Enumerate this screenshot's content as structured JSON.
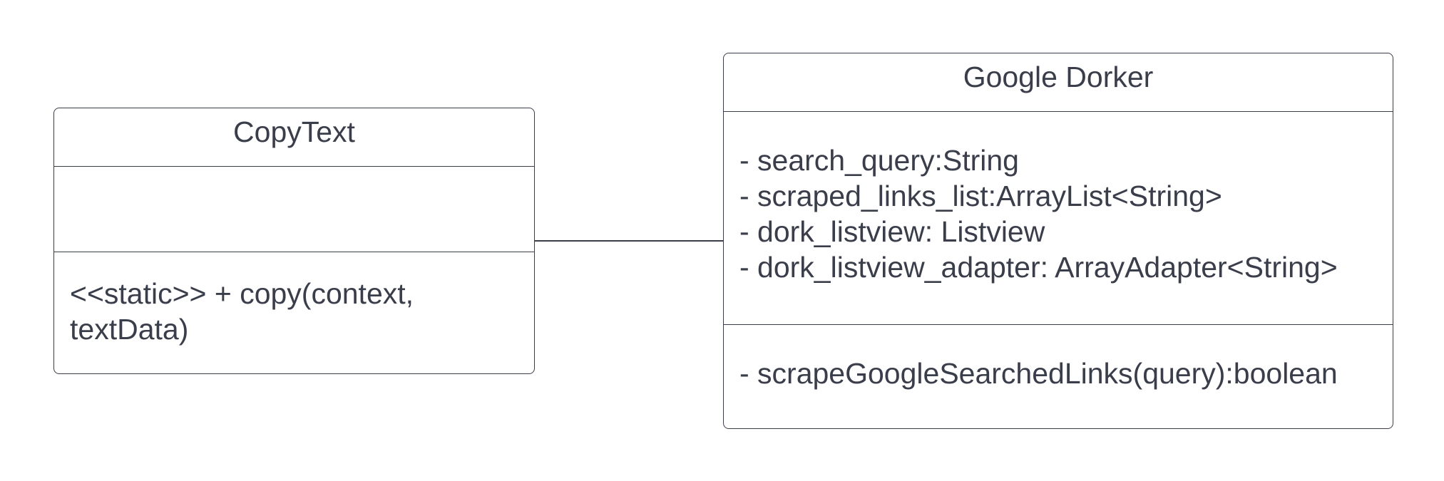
{
  "classes": {
    "copytext": {
      "name": "CopyText",
      "attributes": [],
      "operations": [
        "<<static>> + copy(context, textData)"
      ]
    },
    "dorker": {
      "name": "Google Dorker",
      "attributes": [
        "- search_query:String",
        "- scraped_links_list:ArrayList<String>",
        "- dork_listview: Listview",
        "- dork_listview_adapter: ArrayAdapter<String>"
      ],
      "operations": [
        "- scrapeGoogleSearchedLinks(query):boolean"
      ]
    }
  },
  "relationships": [
    {
      "from": "CopyText",
      "to": "Google Dorker",
      "type": "association"
    }
  ],
  "colors": {
    "stroke": "#3a3d4a",
    "text": "#3a3d4a",
    "background": "#ffffff"
  }
}
